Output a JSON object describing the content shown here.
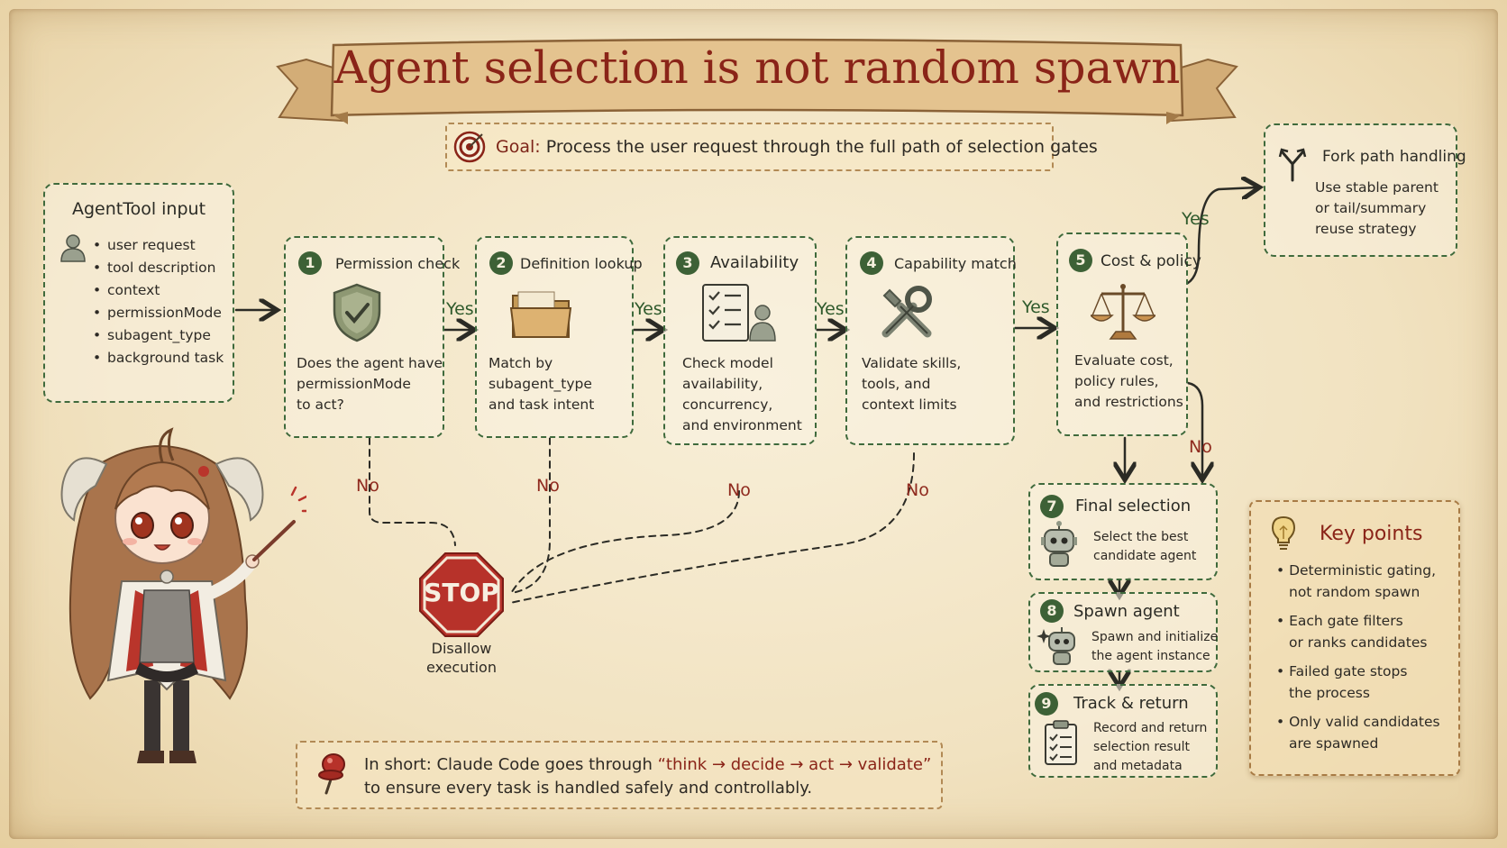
{
  "title": "Agent selection is not random spawn",
  "goal": {
    "label": "Goal:",
    "text": "Process the user request through the full path of selection gates"
  },
  "input": {
    "heading": "AgentTool input",
    "items": [
      "user request",
      "tool description",
      "context",
      "permissionMode",
      "subagent_type",
      "background task"
    ]
  },
  "steps": [
    {
      "num": "1",
      "title": "Permission check",
      "lines": [
        "Does the agent have",
        "permissionMode",
        "to act?"
      ],
      "icon": "shield-check-icon"
    },
    {
      "num": "2",
      "title": "Definition lookup",
      "lines": [
        "Match by",
        "subagent_type",
        "and task intent"
      ],
      "icon": "folder-icon"
    },
    {
      "num": "3",
      "title": "Availability",
      "lines": [
        "Check model",
        "availability,",
        "concurrency,",
        "and environment"
      ],
      "icon": "checklist-user-icon"
    },
    {
      "num": "4",
      "title": "Capability match",
      "lines": [
        "Validate skills,",
        "tools, and",
        "context limits"
      ],
      "icon": "wrench-icon"
    },
    {
      "num": "5",
      "title": "Cost & policy",
      "lines": [
        "Evaluate cost,",
        "policy rules,",
        "and restrictions"
      ],
      "icon": "scales-icon"
    }
  ],
  "fork": {
    "title": "Fork path handling",
    "lines": [
      "Use stable parent",
      "or tail/summary",
      "reuse strategy"
    ]
  },
  "edges": {
    "yes": "Yes",
    "no": "No"
  },
  "stop": {
    "sign": "STOP",
    "caption": [
      "Disallow",
      "execution"
    ]
  },
  "final_steps": [
    {
      "num": "7",
      "title": "Final selection",
      "lines": [
        "Select the best",
        "candidate agent"
      ],
      "icon": "robot-icon"
    },
    {
      "num": "8",
      "title": "Spawn agent",
      "lines": [
        "Spawn and initialize",
        "the agent instance"
      ],
      "icon": "robot-sparkle-icon"
    },
    {
      "num": "9",
      "title": "Track & return",
      "lines": [
        "Record and return",
        "selection result",
        "and metadata"
      ],
      "icon": "clipboard-icon"
    }
  ],
  "key_points": {
    "title": "Key points",
    "items": [
      [
        "Deterministic gating,",
        "not random spawn"
      ],
      [
        "Each gate filters",
        "or ranks candidates"
      ],
      [
        "Failed gate stops",
        "the process"
      ],
      [
        "Only valid candidates",
        "are spawned"
      ]
    ]
  },
  "summary": {
    "prefix": "In short: Claude Code goes through",
    "quote": "“think → decide → act → validate”",
    "line2": "to ensure every task is handled safely and controllably."
  },
  "colors": {
    "green": "#3f6a3c",
    "red": "#8f2a1e",
    "paper": "#f3e6c8",
    "banner": "#e2c08c"
  }
}
